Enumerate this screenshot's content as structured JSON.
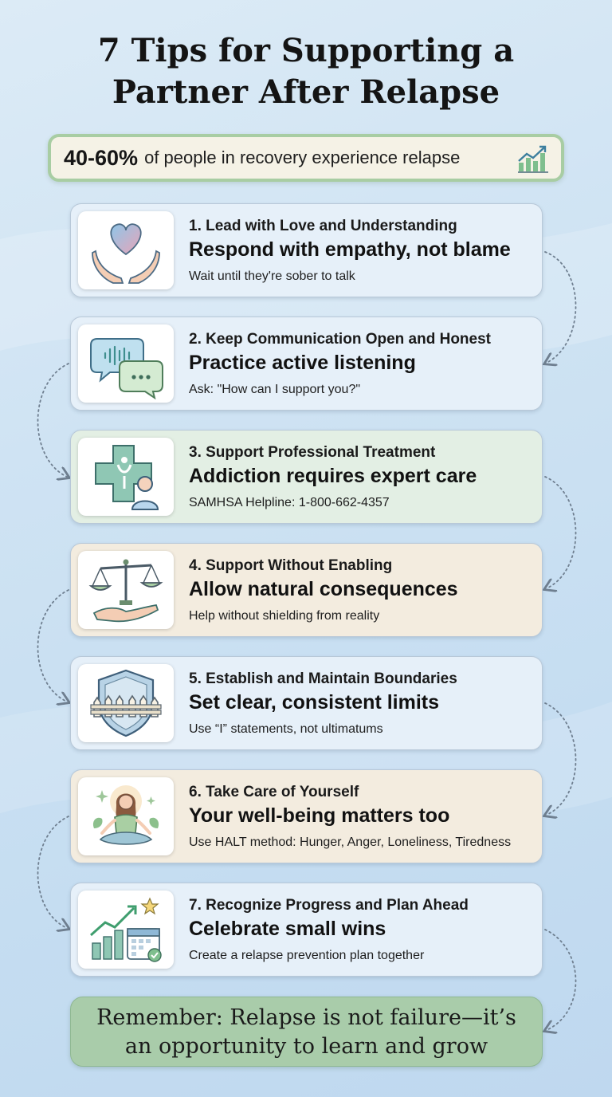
{
  "title": {
    "line1": "7 Tips for Supporting a",
    "line2": "Partner After Relapse"
  },
  "stat": {
    "value": "40-60%",
    "text": "of people in recovery experience relapse",
    "icon": "trend-chart-icon"
  },
  "tips": [
    {
      "heading": "1. Lead with Love and Understanding",
      "main": "Respond with empathy, not blame",
      "sub": "Wait until they're sober to talk",
      "icon": "heart-hands-icon"
    },
    {
      "heading": "2. Keep Communication Open and Honest",
      "main": "Practice active listening",
      "sub": "Ask: \"How can I support you?\"",
      "icon": "speech-bubbles-icon"
    },
    {
      "heading": "3. Support Professional Treatment",
      "main": "Addiction requires expert care",
      "sub": "SAMHSA Helpline: 1-800-662-4357",
      "icon": "medical-cross-icon"
    },
    {
      "heading": "4. Support Without Enabling",
      "main": "Allow natural consequences",
      "sub": "Help without shielding from reality",
      "icon": "balance-scale-icon"
    },
    {
      "heading": "5. Establish and Maintain Boundaries",
      "main": "Set clear, consistent limits",
      "sub": "Use “I” statements, not ultimatums",
      "icon": "shield-fence-icon"
    },
    {
      "heading": "6. Take Care of Yourself",
      "main": "Your well-being matters too",
      "sub": "Use HALT method: Hunger, Anger, Loneliness, Tiredness",
      "icon": "meditation-icon"
    },
    {
      "heading": "7. Recognize Progress and Plan Ahead",
      "main": "Celebrate small wins",
      "sub": "Create a relapse prevention plan together",
      "icon": "progress-calendar-icon"
    }
  ],
  "footer": {
    "line1": "Remember: Relapse is not failure—it’s",
    "line2": "an opportunity to learn and grow"
  },
  "colors": {
    "card_blue": "#e6f0f9",
    "card_green": "#e3efe4",
    "card_beige": "#f3ecdf",
    "footer_green": "#a9ccaa",
    "banner_border": "#a8cda3"
  }
}
